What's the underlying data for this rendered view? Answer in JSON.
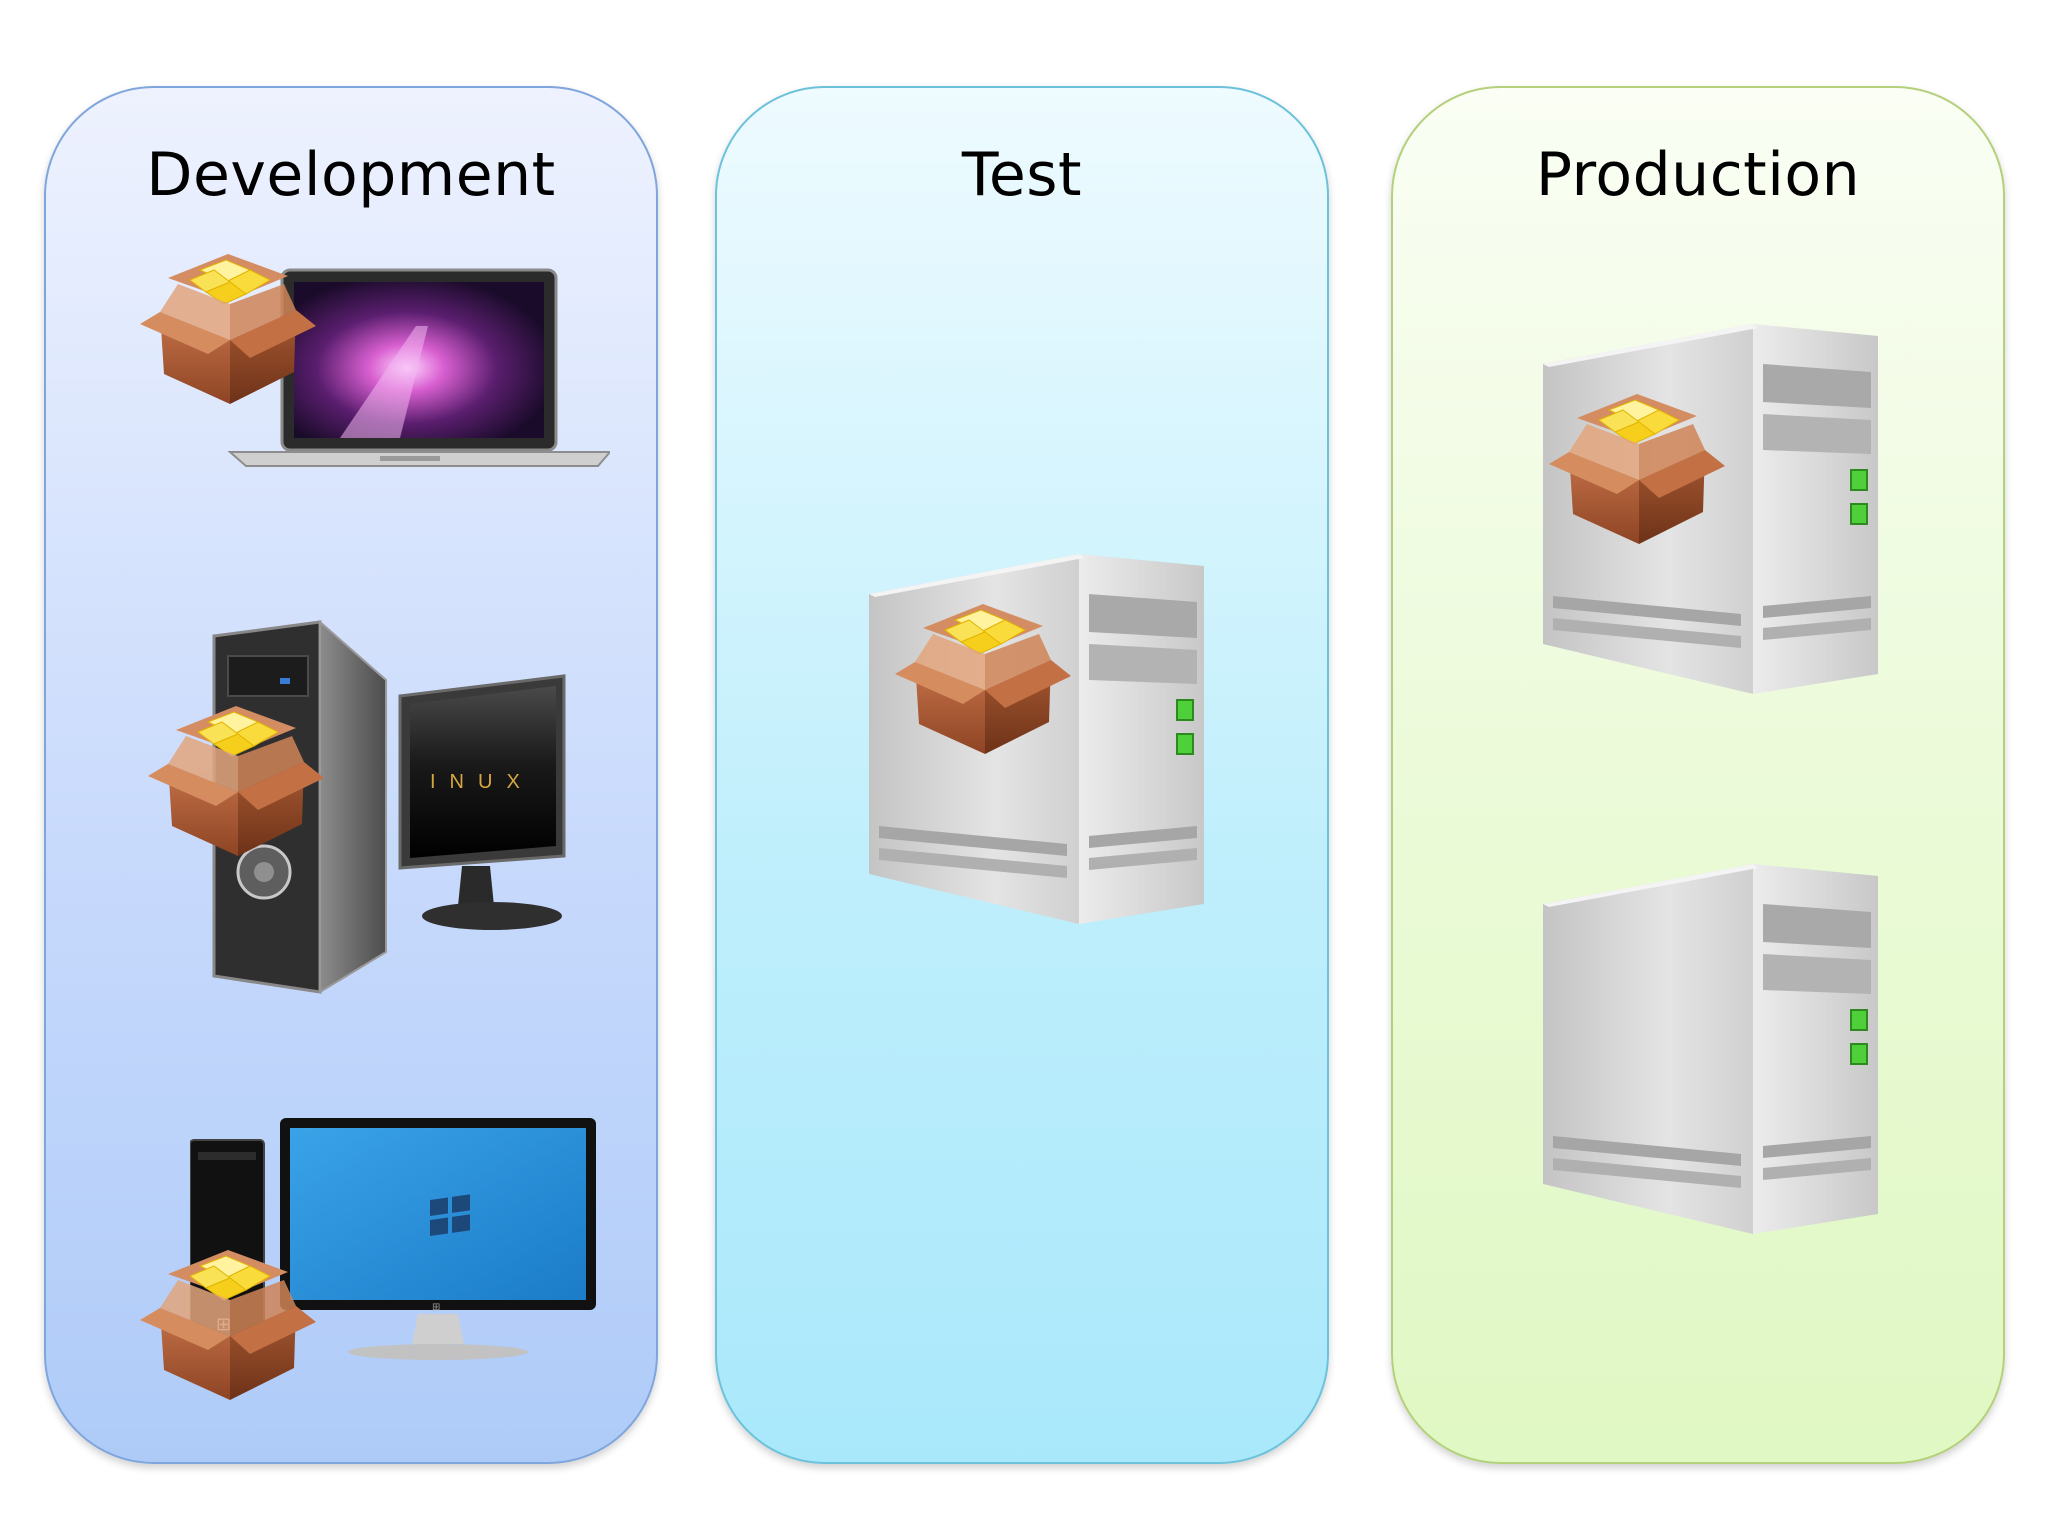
{
  "panels": [
    {
      "title": "Development",
      "devices": [
        "laptop",
        "linux-desktop",
        "windows-desktop"
      ]
    },
    {
      "title": "Test",
      "devices": [
        "server"
      ]
    },
    {
      "title": "Production",
      "devices": [
        "server",
        "server"
      ]
    }
  ],
  "icons": {
    "package": "package-icon",
    "laptop": "laptop-icon",
    "linux-desktop": "linux-desktop-icon",
    "windows-desktop": "windows-desktop-icon",
    "server": "server-icon"
  },
  "colors": {
    "development_panel": "#c8dafc",
    "test_panel": "#c0effc",
    "production_panel": "#eafad6",
    "package_box": "#b5643a",
    "package_glow": "#f7d31c",
    "server_body": "#d6d6d6",
    "server_led": "#4fcf3a"
  }
}
